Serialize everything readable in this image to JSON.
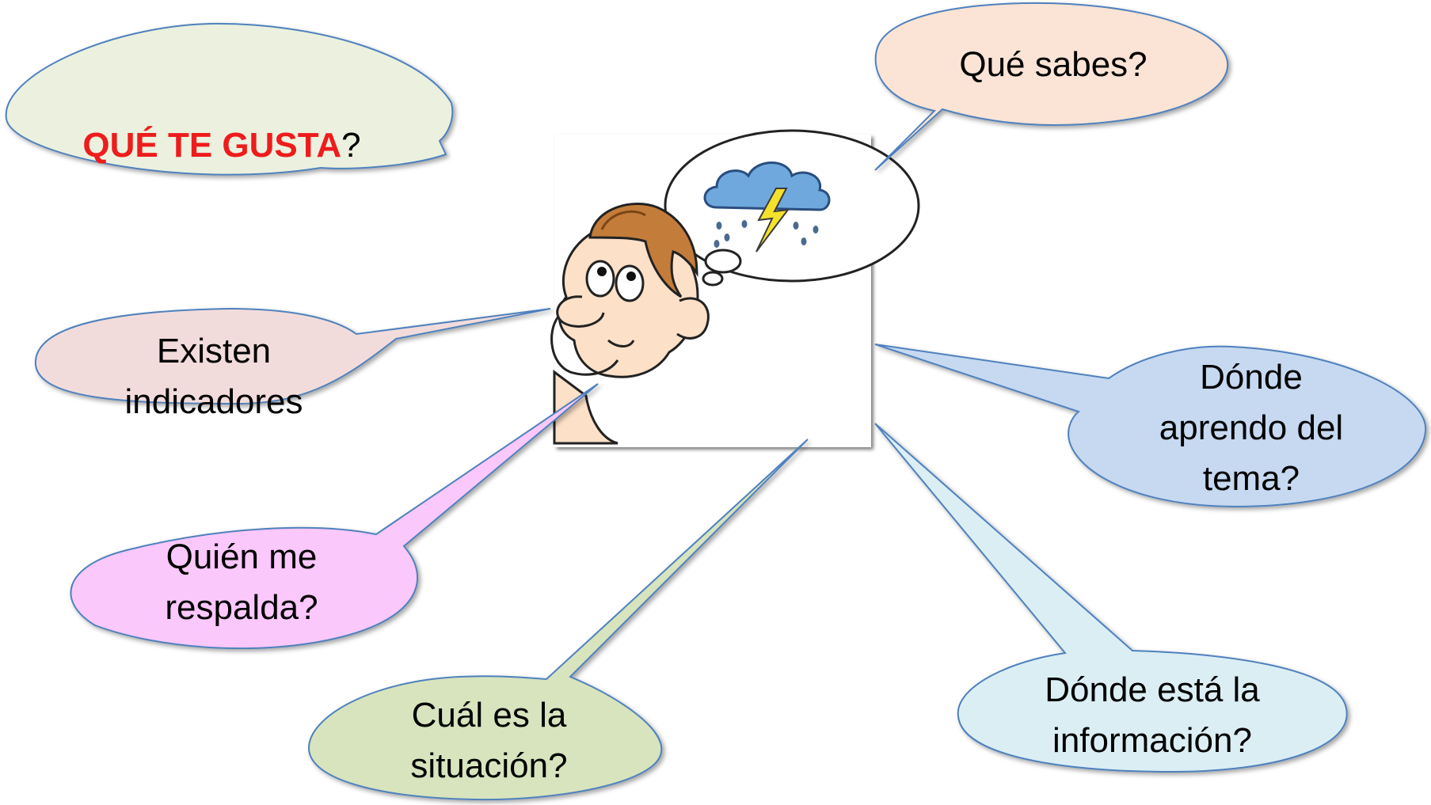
{
  "bubbles": {
    "que_te_gusta": {
      "highlight": "QUÉ TE GUSTA",
      "suffix": "?"
    },
    "que_sabes": {
      "line1": "Qué sabes?"
    },
    "existen_indicadores": {
      "line1": "Existen",
      "line2": "indicadores"
    },
    "donde_aprendo": {
      "line1": "Dónde",
      "line2": "aprendo del",
      "line3": "tema?"
    },
    "quien_respalda": {
      "line1": "Quién me",
      "line2": "respalda?"
    },
    "cual_situacion": {
      "line1": "Cuál es la",
      "line2": "situación?"
    },
    "donde_informacion": {
      "line1": "Dónde está la",
      "line2": "información?"
    }
  },
  "colors": {
    "que_te_gusta": "#ebf1de",
    "que_sabes": "#fbe4d5",
    "existen_indicadores": "#f2dcdb",
    "donde_aprendo": "#c6d9f1",
    "quien_respalda": "#fac8fa",
    "cual_situacion": "#d7e4bd",
    "donde_informacion": "#dbeef4",
    "bubble_stroke": "#4f81bd",
    "highlight_text": "#ee1c1c"
  },
  "illustration": {
    "subject": "thinking-person-with-storm-cloud"
  }
}
